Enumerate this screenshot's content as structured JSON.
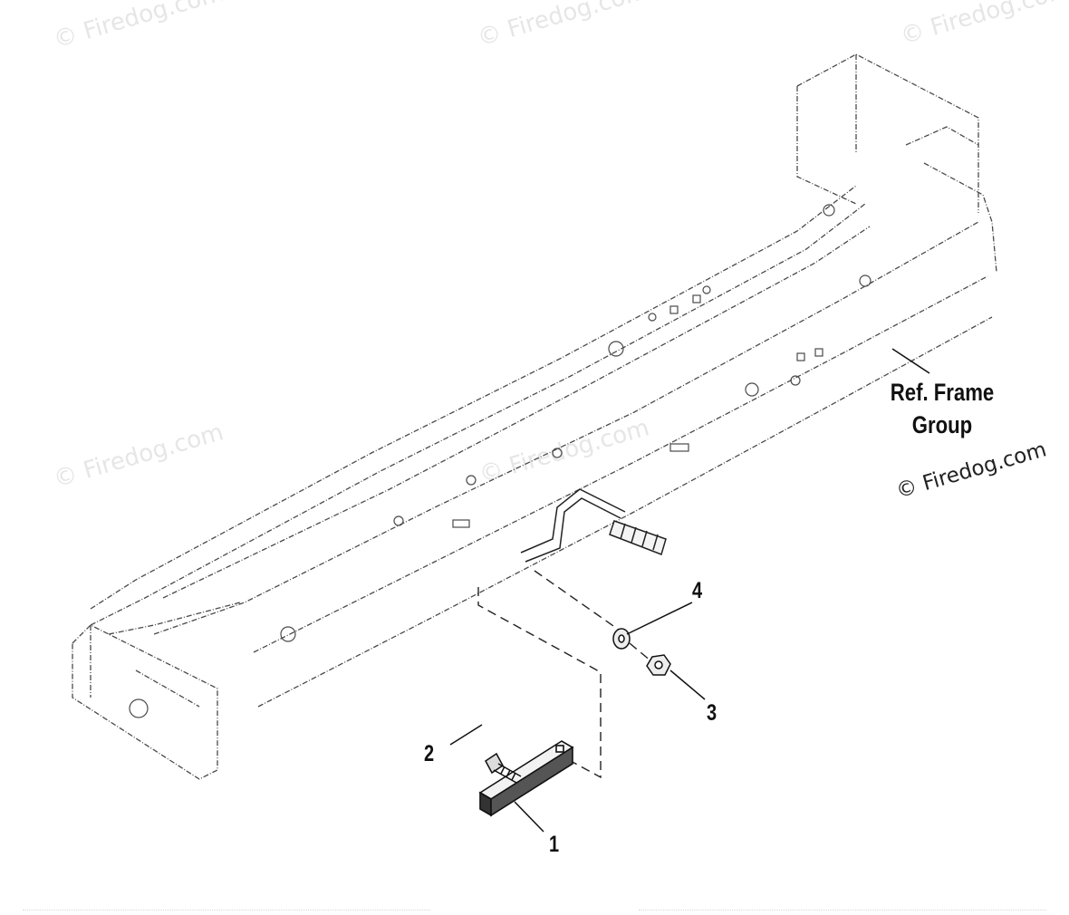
{
  "watermarks": [
    "© Firedog.com",
    "© Firedog.com",
    "© Firedog.com",
    "© Firedog.com",
    "© Firedog.com"
  ],
  "callouts": [
    "1",
    "2",
    "3",
    "4"
  ],
  "reference_label_line1": "Ref. Frame",
  "reference_label_line2": "Group",
  "copyright": "© Firedog.com",
  "colors": {
    "ink": "#111111",
    "watermark": "#e6e6e6",
    "frame": "#4a4a4a"
  }
}
